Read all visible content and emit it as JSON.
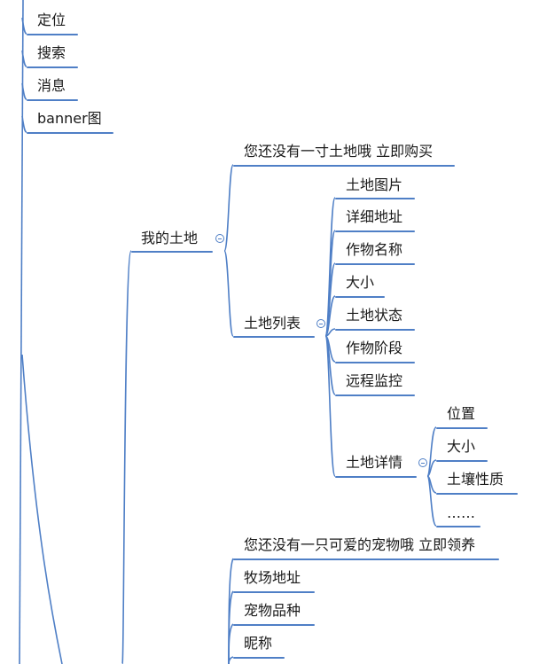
{
  "mindmap": {
    "line_color": "#4f7fc6",
    "root_items": {
      "location": "定位",
      "search": "搜索",
      "messages": "消息",
      "banner": "banner图"
    },
    "my_land": {
      "label": "我的土地",
      "empty_prompt": "您还没有一寸土地哦 立即购买",
      "land_list": {
        "label": "土地列表",
        "items": [
          "土地图片",
          "详细地址",
          "作物名称",
          "大小",
          "土地状态",
          "作物阶段",
          "远程监控"
        ],
        "land_details": {
          "label": "土地详情",
          "items": [
            "位置",
            "大小",
            "土壤性质",
            "……"
          ]
        }
      }
    },
    "my_pet": {
      "empty_prompt": "您还没有一只可爱的宠物哦 立即领养",
      "items": [
        "牧场地址",
        "宠物品种",
        "昵称"
      ]
    }
  }
}
